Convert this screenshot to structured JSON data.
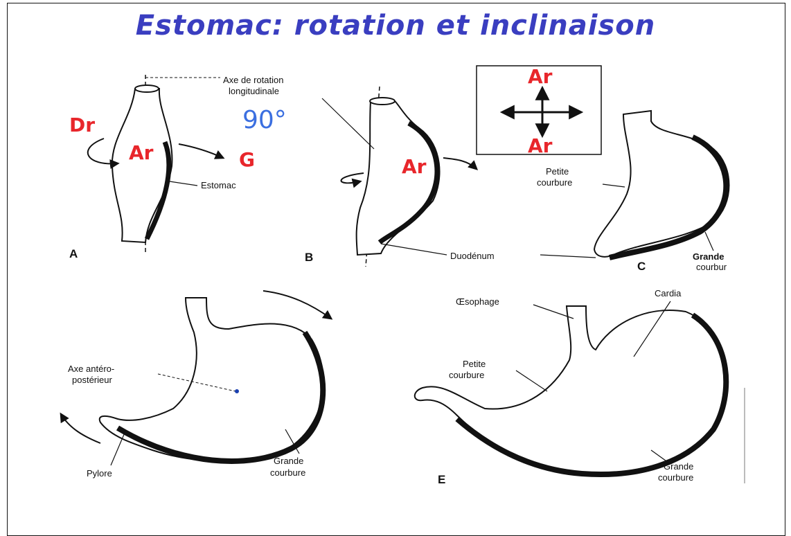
{
  "title": "Estomac: rotation et inclinaison",
  "figures": {
    "A": {
      "letter": "A",
      "estomac": "Estomac"
    },
    "B": {
      "letter": "B",
      "axe_line1": "Axe de rotation",
      "axe_line2": "longitudinale",
      "duodenum": "Duodénum"
    },
    "C": {
      "letter": "C",
      "petite1": "Petite",
      "petite2": "courbure",
      "grande1": "Grande",
      "grande2": "courbur"
    },
    "D": {
      "axe1": "Axe antéro-",
      "axe2": "postérieur",
      "pylore": "Pylore",
      "grande1": "Grande",
      "grande2": "courbure"
    },
    "E": {
      "letter": "E",
      "oesophage": "Œsophage",
      "cardia": "Cardia",
      "petite1": "Petite",
      "petite2": "courbure",
      "grande1": "Grande",
      "grande2": "courbure"
    }
  },
  "annotations": {
    "dr": "Dr",
    "g": "G",
    "ar_a": "Ar",
    "ar_b": "Ar",
    "angle": "90°",
    "box_top": "Ar",
    "box_bottom": "Ar"
  }
}
